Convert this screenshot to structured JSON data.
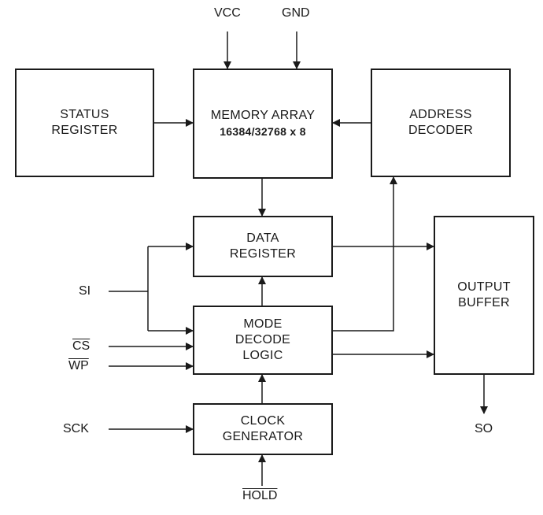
{
  "blocks": {
    "status_register": {
      "line1": "STATUS",
      "line2": "REGISTER"
    },
    "memory_array": {
      "line1": "MEMORY ARRAY",
      "line2": "16384/32768 x 8"
    },
    "address_decoder": {
      "line1": "ADDRESS",
      "line2": "DECODER"
    },
    "data_register": {
      "line1": "DATA",
      "line2": "REGISTER"
    },
    "output_buffer": {
      "line1": "OUTPUT",
      "line2": "BUFFER"
    },
    "mode_decode_logic": {
      "line1": "MODE",
      "line2": "DECODE",
      "line3": "LOGIC"
    },
    "clock_generator": {
      "line1": "CLOCK",
      "line2": "GENERATOR"
    }
  },
  "signals": {
    "vcc": "VCC",
    "gnd": "GND",
    "si": "SI",
    "cs": "CS",
    "wp": "WP",
    "sck": "SCK",
    "hold": "HOLD",
    "so": "SO"
  }
}
